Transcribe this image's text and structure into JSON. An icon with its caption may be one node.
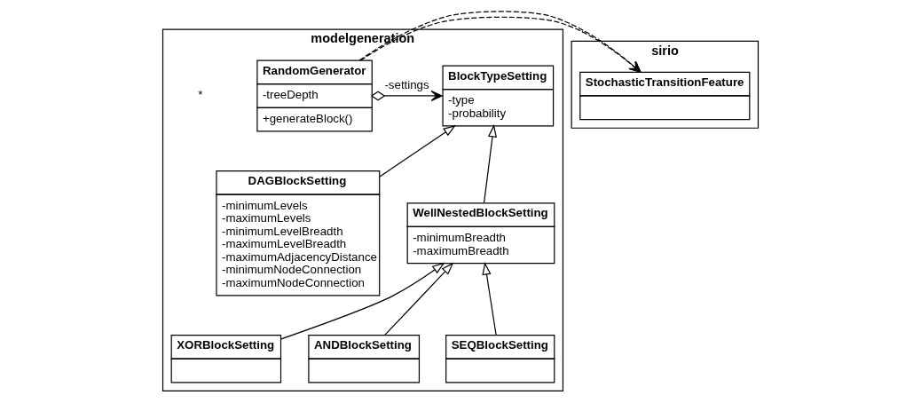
{
  "diagram": {
    "nodes": [
      {
        "text": [
          "modelgeneration"
        ]
      },
      {
        "text": [
          "BlockTypeSetting",
          "-type",
          "-probability"
        ],
        "in": 0
      },
      {
        "text": [
          "RandomGenerator",
          "-treeDepth",
          "+generateBlock()"
        ],
        "in": 0
      },
      {
        "text": [
          "DAGBlockSetting",
          "-minimumLevels",
          "-maximumLevels",
          "-minimumLevelBreadth",
          "-maximumLevelBreadth",
          "-maximumAdjacencyDistance",
          "-minimumNodeConnection",
          "-maximumNodeConnection"
        ],
        "in": 0
      },
      {
        "text": [
          "WellNestedBlockSetting",
          "-minimumBreadth",
          "-maximumBreadth"
        ],
        "in": 0
      },
      {
        "text": [
          "XORBlockSetting"
        ],
        "in": 0
      },
      {
        "text": [
          "ANDBlockSetting"
        ],
        "in": 0
      },
      {
        "text": [
          "SEQBlockSetting"
        ],
        "in": 0
      },
      {
        "text": [
          "sirio"
        ]
      },
      {
        "text": [
          "StochasticTransitionFeature"
        ],
        "in": 8
      }
    ],
    "edges": [
      {
        "from": 2,
        "to": 1,
        "arrow": "to",
        "label": "-settings"
      },
      {
        "from": 3,
        "to": 1,
        "arrow": "to"
      },
      {
        "from": 4,
        "to": 1,
        "arrow": "to"
      },
      {
        "from": 5,
        "to": 4,
        "arrow": "to"
      },
      {
        "from": 6,
        "to": 4,
        "arrow": "to"
      },
      {
        "from": 7,
        "to": 4,
        "arrow": "to"
      },
      {
        "from": 2,
        "to": 9,
        "arrow": "to",
        "style": "dashed"
      }
    ],
    "labels": [
      "*"
    ]
  }
}
